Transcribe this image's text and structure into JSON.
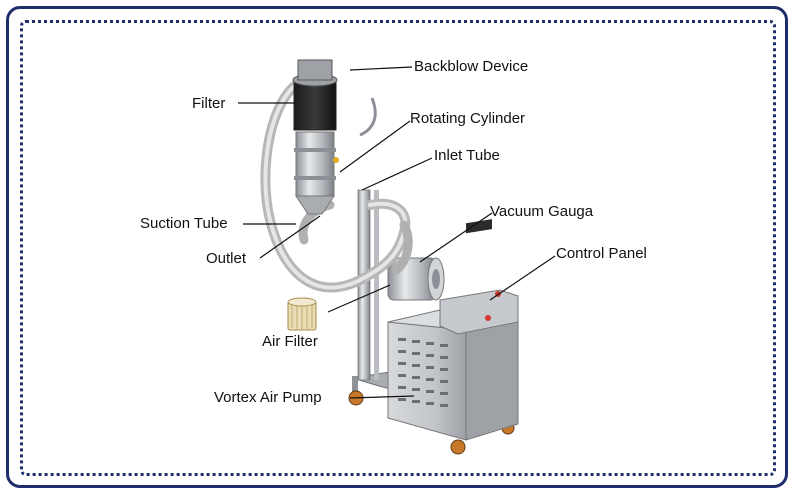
{
  "labels": {
    "backblow_device": "Backblow Device",
    "filter": "Filter",
    "rotating_cylinder": "Rotating Cylinder",
    "inlet_tube": "Inlet Tube",
    "suction_tube": "Suction Tube",
    "vacuum_gauge": "Vacuum Gauga",
    "outlet": "Outlet",
    "control_panel": "Control Panel",
    "air_filter": "Air Filter",
    "vortex_air_pump": "Vortex Air Pump"
  },
  "colors": {
    "frame_border": "#1f2d6b",
    "leader_line": "#111111",
    "steel": "#b9bcc0",
    "indicator_red": "#d33a2c",
    "caster_orange": "#c9782a"
  }
}
